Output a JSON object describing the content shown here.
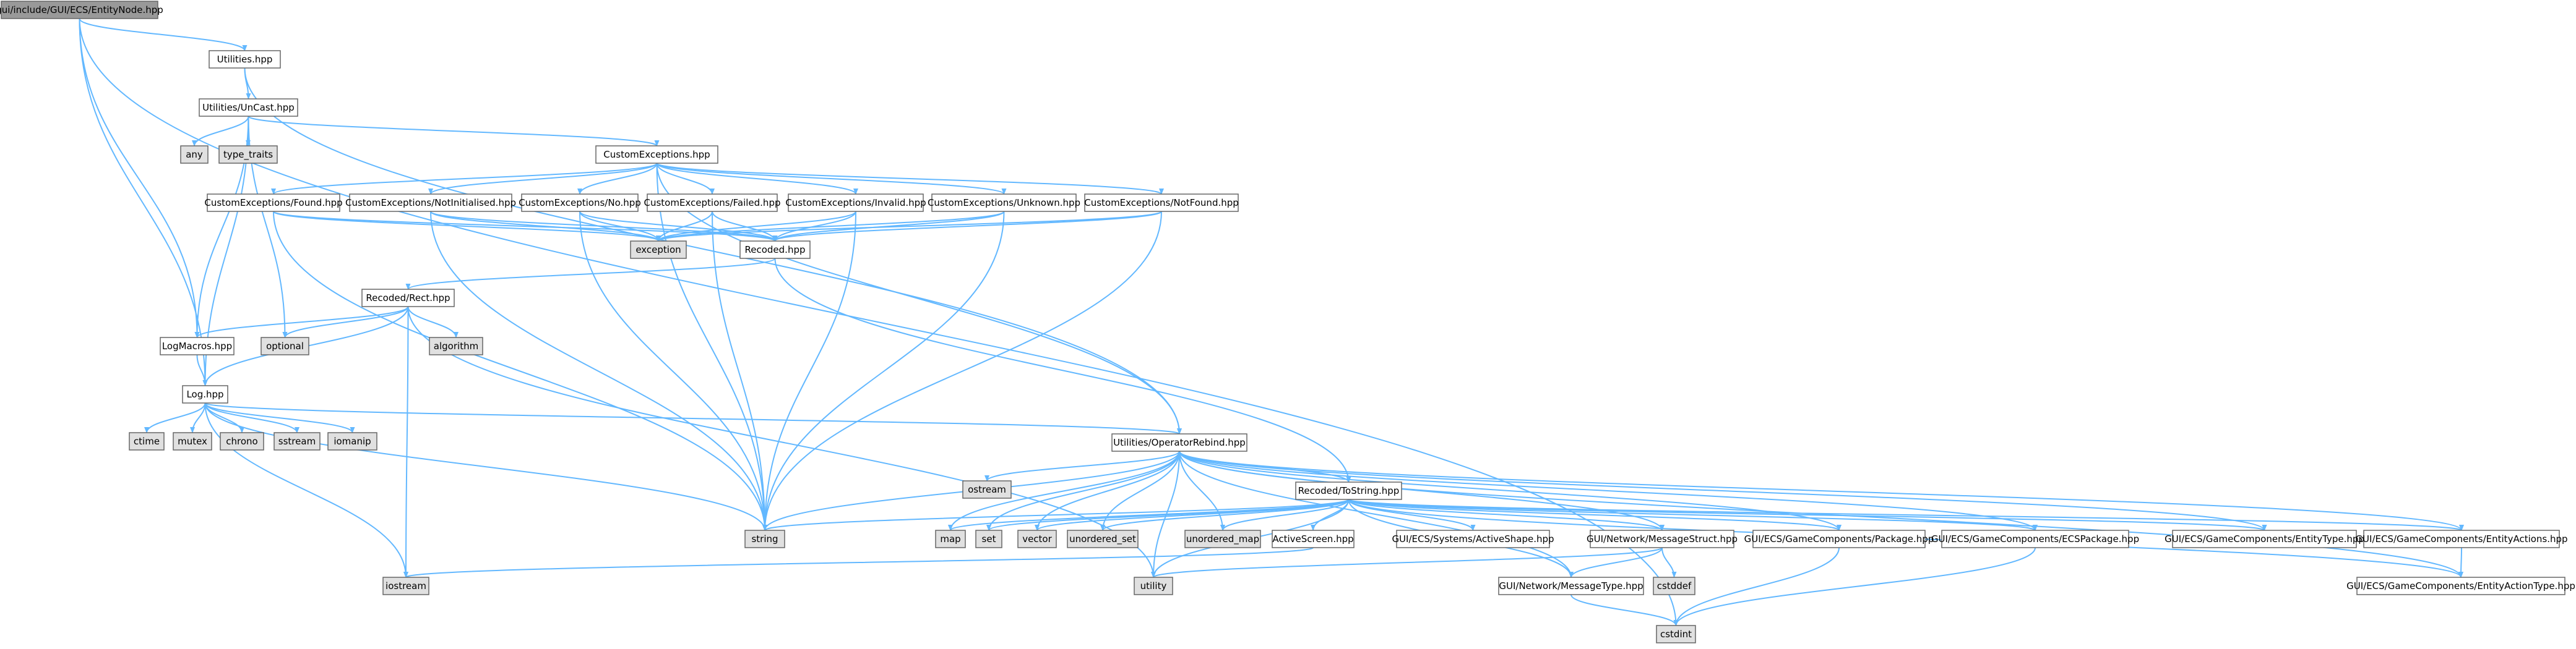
{
  "colors": {
    "edge": "#63b8ff",
    "node_fill": "#ffffff",
    "system_fill": "#e0e0e0",
    "root_fill": "#999999",
    "border": "#666666"
  },
  "nodes": [
    {
      "id": "root",
      "label": "gui/include/GUI/ECS/EntityNode.hpp",
      "kind": "root"
    },
    {
      "id": "utilities",
      "label": "Utilities.hpp",
      "kind": "file"
    },
    {
      "id": "uncast",
      "label": "Utilities/UnCast.hpp",
      "kind": "file"
    },
    {
      "id": "any",
      "label": "any",
      "kind": "system"
    },
    {
      "id": "type_traits",
      "label": "type_traits",
      "kind": "system"
    },
    {
      "id": "customexc",
      "label": "CustomExceptions.hpp",
      "kind": "file"
    },
    {
      "id": "exc_found",
      "label": "CustomExceptions/Found.hpp",
      "kind": "file"
    },
    {
      "id": "exc_notinit",
      "label": "CustomExceptions/NotInitialised.hpp",
      "kind": "file"
    },
    {
      "id": "exc_no",
      "label": "CustomExceptions/No.hpp",
      "kind": "file"
    },
    {
      "id": "exc_failed",
      "label": "CustomExceptions/Failed.hpp",
      "kind": "file"
    },
    {
      "id": "exc_invalid",
      "label": "CustomExceptions/Invalid.hpp",
      "kind": "file"
    },
    {
      "id": "exc_unknown",
      "label": "CustomExceptions/Unknown.hpp",
      "kind": "file"
    },
    {
      "id": "exc_notfound",
      "label": "CustomExceptions/NotFound.hpp",
      "kind": "file"
    },
    {
      "id": "exception",
      "label": "exception",
      "kind": "system"
    },
    {
      "id": "recoded",
      "label": "Recoded.hpp",
      "kind": "file"
    },
    {
      "id": "rect",
      "label": "Recoded/Rect.hpp",
      "kind": "file"
    },
    {
      "id": "logmacros",
      "label": "LogMacros.hpp",
      "kind": "file"
    },
    {
      "id": "optional",
      "label": "optional",
      "kind": "system"
    },
    {
      "id": "algorithm",
      "label": "algorithm",
      "kind": "system"
    },
    {
      "id": "log",
      "label": "Log.hpp",
      "kind": "file"
    },
    {
      "id": "ctime",
      "label": "ctime",
      "kind": "system"
    },
    {
      "id": "mutex",
      "label": "mutex",
      "kind": "system"
    },
    {
      "id": "chrono",
      "label": "chrono",
      "kind": "system"
    },
    {
      "id": "sstream",
      "label": "sstream",
      "kind": "system"
    },
    {
      "id": "iomanip",
      "label": "iomanip",
      "kind": "system"
    },
    {
      "id": "oprebind",
      "label": "Utilities/OperatorRebind.hpp",
      "kind": "file"
    },
    {
      "id": "ostream",
      "label": "ostream",
      "kind": "system"
    },
    {
      "id": "tostring",
      "label": "Recoded/ToString.hpp",
      "kind": "file"
    },
    {
      "id": "string",
      "label": "string",
      "kind": "system"
    },
    {
      "id": "map",
      "label": "map",
      "kind": "system"
    },
    {
      "id": "set",
      "label": "set",
      "kind": "system"
    },
    {
      "id": "vector",
      "label": "vector",
      "kind": "system"
    },
    {
      "id": "uset",
      "label": "unordered_set",
      "kind": "system"
    },
    {
      "id": "umap",
      "label": "unordered_map",
      "kind": "system"
    },
    {
      "id": "activescreen",
      "label": "ActiveScreen.hpp",
      "kind": "file"
    },
    {
      "id": "activeshape",
      "label": "GUI/ECS/Systems/ActiveShape.hpp",
      "kind": "file"
    },
    {
      "id": "msgstruct",
      "label": "GUI/Network/MessageStruct.hpp",
      "kind": "file"
    },
    {
      "id": "package",
      "label": "GUI/ECS/GameComponents/Package.hpp",
      "kind": "file"
    },
    {
      "id": "ecspackage",
      "label": "GUI/ECS/GameComponents/ECSPackage.hpp",
      "kind": "file"
    },
    {
      "id": "entitytype",
      "label": "GUI/ECS/GameComponents/EntityType.hpp",
      "kind": "file"
    },
    {
      "id": "entityactions",
      "label": "GUI/ECS/GameComponents/EntityActions.hpp",
      "kind": "file"
    },
    {
      "id": "iostream",
      "label": "iostream",
      "kind": "system"
    },
    {
      "id": "utility",
      "label": "utility",
      "kind": "system"
    },
    {
      "id": "cstddef",
      "label": "cstddef",
      "kind": "system"
    },
    {
      "id": "msgtype",
      "label": "GUI/Network/MessageType.hpp",
      "kind": "file"
    },
    {
      "id": "entityactiontype",
      "label": "GUI/ECS/GameComponents/EntityActionType.hpp",
      "kind": "file"
    },
    {
      "id": "cstdint",
      "label": "cstdint",
      "kind": "system"
    }
  ],
  "edges": [
    [
      "root",
      "utilities"
    ],
    [
      "root",
      "logmacros"
    ],
    [
      "root",
      "log"
    ],
    [
      "root",
      "cstdint"
    ],
    [
      "utilities",
      "uncast"
    ],
    [
      "utilities",
      "oprebind"
    ],
    [
      "uncast",
      "any"
    ],
    [
      "uncast",
      "type_traits"
    ],
    [
      "uncast",
      "customexc"
    ],
    [
      "uncast",
      "optional"
    ],
    [
      "uncast",
      "logmacros"
    ],
    [
      "uncast",
      "log"
    ],
    [
      "customexc",
      "exc_found"
    ],
    [
      "customexc",
      "exc_notinit"
    ],
    [
      "customexc",
      "exc_no"
    ],
    [
      "customexc",
      "exc_failed"
    ],
    [
      "customexc",
      "exc_invalid"
    ],
    [
      "customexc",
      "exc_unknown"
    ],
    [
      "customexc",
      "exc_notfound"
    ],
    [
      "customexc",
      "string"
    ],
    [
      "customexc",
      "oprebind"
    ],
    [
      "exc_found",
      "exception"
    ],
    [
      "exc_found",
      "recoded"
    ],
    [
      "exc_found",
      "string"
    ],
    [
      "exc_notinit",
      "exception"
    ],
    [
      "exc_notinit",
      "recoded"
    ],
    [
      "exc_notinit",
      "string"
    ],
    [
      "exc_no",
      "exception"
    ],
    [
      "exc_no",
      "recoded"
    ],
    [
      "exc_no",
      "string"
    ],
    [
      "exc_failed",
      "exception"
    ],
    [
      "exc_failed",
      "recoded"
    ],
    [
      "exc_failed",
      "string"
    ],
    [
      "exc_invalid",
      "exception"
    ],
    [
      "exc_invalid",
      "recoded"
    ],
    [
      "exc_invalid",
      "string"
    ],
    [
      "exc_unknown",
      "exception"
    ],
    [
      "exc_unknown",
      "recoded"
    ],
    [
      "exc_unknown",
      "string"
    ],
    [
      "exc_notfound",
      "exception"
    ],
    [
      "exc_notfound",
      "recoded"
    ],
    [
      "exc_notfound",
      "string"
    ],
    [
      "recoded",
      "rect"
    ],
    [
      "recoded",
      "tostring"
    ],
    [
      "rect",
      "logmacros"
    ],
    [
      "rect",
      "optional"
    ],
    [
      "rect",
      "algorithm"
    ],
    [
      "rect",
      "log"
    ],
    [
      "rect",
      "iostream"
    ],
    [
      "rect",
      "utility"
    ],
    [
      "logmacros",
      "log"
    ],
    [
      "log",
      "ctime"
    ],
    [
      "log",
      "mutex"
    ],
    [
      "log",
      "chrono"
    ],
    [
      "log",
      "sstream"
    ],
    [
      "log",
      "iomanip"
    ],
    [
      "log",
      "iostream"
    ],
    [
      "log",
      "string"
    ],
    [
      "log",
      "oprebind"
    ],
    [
      "oprebind",
      "ostream"
    ],
    [
      "oprebind",
      "tostring"
    ],
    [
      "oprebind",
      "string"
    ],
    [
      "oprebind",
      "map"
    ],
    [
      "oprebind",
      "set"
    ],
    [
      "oprebind",
      "vector"
    ],
    [
      "oprebind",
      "uset"
    ],
    [
      "oprebind",
      "umap"
    ],
    [
      "oprebind",
      "utility"
    ],
    [
      "oprebind",
      "msgstruct"
    ],
    [
      "oprebind",
      "package"
    ],
    [
      "oprebind",
      "ecspackage"
    ],
    [
      "oprebind",
      "entitytype"
    ],
    [
      "oprebind",
      "entityactions"
    ],
    [
      "oprebind",
      "msgtype"
    ],
    [
      "oprebind",
      "entityactiontype"
    ],
    [
      "tostring",
      "string"
    ],
    [
      "tostring",
      "map"
    ],
    [
      "tostring",
      "set"
    ],
    [
      "tostring",
      "vector"
    ],
    [
      "tostring",
      "uset"
    ],
    [
      "tostring",
      "umap"
    ],
    [
      "tostring",
      "activescreen"
    ],
    [
      "tostring",
      "activeshape"
    ],
    [
      "tostring",
      "msgstruct"
    ],
    [
      "tostring",
      "package"
    ],
    [
      "tostring",
      "ecspackage"
    ],
    [
      "tostring",
      "entitytype"
    ],
    [
      "tostring",
      "entityactions"
    ],
    [
      "tostring",
      "utility"
    ],
    [
      "tostring",
      "msgtype"
    ],
    [
      "tostring",
      "entityactiontype"
    ],
    [
      "activescreen",
      "iostream"
    ],
    [
      "msgstruct",
      "cstddef"
    ],
    [
      "msgstruct",
      "msgtype"
    ],
    [
      "msgstruct",
      "utility"
    ],
    [
      "package",
      "cstdint"
    ],
    [
      "ecspackage",
      "cstdint"
    ],
    [
      "entityactions",
      "entityactiontype"
    ],
    [
      "msgtype",
      "cstdint"
    ]
  ]
}
